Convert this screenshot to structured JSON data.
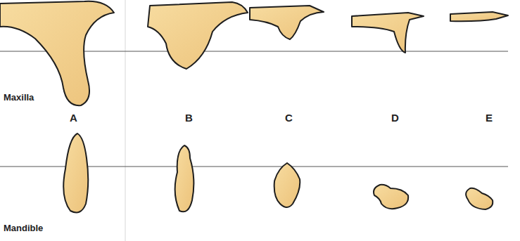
{
  "diagram": {
    "labels": [
      "Maxilla",
      "A",
      "B",
      "C",
      "D",
      "E",
      "Mandible"
    ]
  }
}
